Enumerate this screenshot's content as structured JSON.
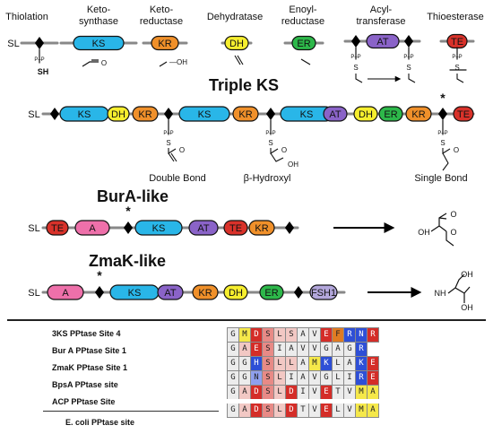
{
  "domains": {
    "thiolation": "Thiolation",
    "ketosynthase": "Keto-\nsynthase",
    "ketoreductase": "Keto-\nreductase",
    "dehydratase": "Dehydratase",
    "enoylreductase": "Enoyl-\nreductase",
    "acyltransferase": "Acyl-\ntransferase",
    "thioesterase": "Thioesterase"
  },
  "labels": {
    "SL": "SL",
    "KS": "KS",
    "KR": "KR",
    "DH": "DH",
    "ER": "ER",
    "AT": "AT",
    "TE": "TE",
    "A": "A",
    "FSH1": "FSH1",
    "PP": "P–P",
    "S": "S",
    "SH": "SH",
    "OH": "OH",
    "O": "O",
    "NH": "NH",
    "star": "*"
  },
  "sections": {
    "triple_ks": "Triple KS",
    "bura": "BurA-like",
    "zmak": "ZmaK-like"
  },
  "annotations": {
    "double_bond": "Double Bond",
    "b_hydroxyl": "β-Hydroxyl",
    "single_bond": "Single Bond"
  },
  "alignment": {
    "rows": [
      {
        "label": "3KS PPtase Site 4",
        "seq": [
          "G",
          "M",
          "D",
          "S",
          "L",
          "S",
          "A",
          "V",
          "E",
          "F",
          "R",
          "N",
          "R"
        ]
      },
      {
        "label": "Bur A PPtase Site 1",
        "seq": [
          "G",
          "A",
          "E",
          "S",
          "I",
          "A",
          "V",
          "V",
          "G",
          "A",
          "G",
          "R"
        ]
      },
      {
        "label": "ZmaK PPtase Site 1",
        "seq": [
          "G",
          "G",
          "H",
          "S",
          "L",
          "L",
          "A",
          "M",
          "K",
          "L",
          "A",
          "K",
          "E"
        ]
      },
      {
        "label": "BpsA PPtase site",
        "seq": [
          "G",
          "G",
          "N",
          "S",
          "L",
          "I",
          "A",
          "V",
          "G",
          "L",
          "I",
          "R",
          "E"
        ]
      },
      {
        "label": "ACP PPtase Site",
        "seq": [
          "G",
          "A",
          "D",
          "S",
          "L",
          "D",
          "I",
          "V",
          "E",
          "T",
          "V",
          "M",
          "A"
        ]
      },
      {
        "label": "E. coli PPtase site",
        "seq": [
          "G",
          "A",
          "D",
          "S",
          "L",
          "D",
          "T",
          "V",
          "E",
          "L",
          "V",
          "M",
          "A"
        ]
      }
    ],
    "colors": [
      [
        "#ececec",
        "#f5e84a",
        "#d42d28",
        "#e88a86",
        "#f2c8c4",
        "#f2c8c4",
        "#ececec",
        "#ececec",
        "#d42d28",
        "#e07b22",
        "#2e4fd6",
        "#2e4fd6",
        "#d42d28"
      ],
      [
        "#ececec",
        "#f2c8c4",
        "#d42d28",
        "#e88a86",
        "#ececec",
        "#ececec",
        "#ececec",
        "#ececec",
        "#ececec",
        "#ececec",
        "#ececec",
        "#2e4fd6"
      ],
      [
        "#ececec",
        "#ececec",
        "#2e4fd6",
        "#e88a86",
        "#f2c8c4",
        "#f2c8c4",
        "#ececec",
        "#f5e84a",
        "#2e4fd6",
        "#ececec",
        "#ececec",
        "#2e4fd6",
        "#d42d28"
      ],
      [
        "#ececec",
        "#ececec",
        "#8fa0ee",
        "#e88a86",
        "#f2c8c4",
        "#ececec",
        "#ececec",
        "#ececec",
        "#ececec",
        "#ececec",
        "#ececec",
        "#2e4fd6",
        "#d42d28"
      ],
      [
        "#ececec",
        "#f2c8c4",
        "#d42d28",
        "#e88a86",
        "#f2c8c4",
        "#d42d28",
        "#ececec",
        "#ececec",
        "#d42d28",
        "#ececec",
        "#ececec",
        "#f5e84a",
        "#f5e84a"
      ],
      [
        "#ececec",
        "#f2c8c4",
        "#d42d28",
        "#e88a86",
        "#f2c8c4",
        "#d42d28",
        "#ececec",
        "#ececec",
        "#d42d28",
        "#ececec",
        "#ececec",
        "#f5e84a",
        "#f5e84a"
      ]
    ]
  },
  "colors": {
    "KS": "#29b6e8",
    "KR": "#f0902a",
    "DH": "#f6ee2e",
    "ER": "#2db84a",
    "AT": "#8a63c8",
    "TE": "#d9322a",
    "A": "#ee70aa",
    "FSH1": "#b3a7dc",
    "line": "#888888",
    "diamond": "#000000"
  }
}
